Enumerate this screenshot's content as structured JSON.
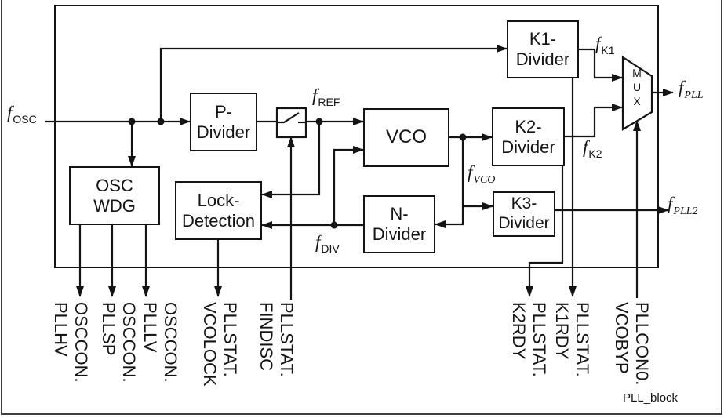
{
  "colors": {
    "ink": "#141414",
    "frame": "#3d3d3d",
    "background": "#ffffff"
  },
  "caption": "PLL_block",
  "blocks": {
    "osc_wdg": "OSC\nWDG",
    "p_divider": "P-\nDivider",
    "lock_detection": "Lock-\nDetection",
    "vco": "VCO",
    "n_divider": "N-\nDivider",
    "k1_divider": "K1-\nDivider",
    "k2_divider": "K2-\nDivider",
    "k3_divider": "K3-\nDivider",
    "mux": "M\nU\nX"
  },
  "signals": {
    "f_osc": {
      "sym": "f",
      "sub": "OSC"
    },
    "f_ref": {
      "sym": "f",
      "sub": "REF"
    },
    "f_div": {
      "sym": "f",
      "sub": "DIV"
    },
    "f_vco": {
      "sym": "f",
      "sub": "VCO"
    },
    "f_k1": {
      "sym": "f",
      "sub": "K1"
    },
    "f_k2": {
      "sym": "f",
      "sub": "K2"
    },
    "f_pll": {
      "sym": "f",
      "sub": "PLL"
    },
    "f_pll2": {
      "sym": "f",
      "sub": "PLL2"
    }
  },
  "control_labels": {
    "pllhv": "OSCCON.\nPLLHV",
    "pllsp": "OSCCON.\nPLLSP",
    "plllv": "OSCCON.\nPLLLV",
    "vcolock": "PLLSTAT.\nVCOLOCK",
    "findisc": "PLLSTAT.\nFINDISC",
    "k2rdy": "PLLSTAT.\nK2RDY",
    "k1rdy": "PLLSTAT.\nK1RDY",
    "vcobyp": "PLLCON0.\nVCOBYP"
  }
}
